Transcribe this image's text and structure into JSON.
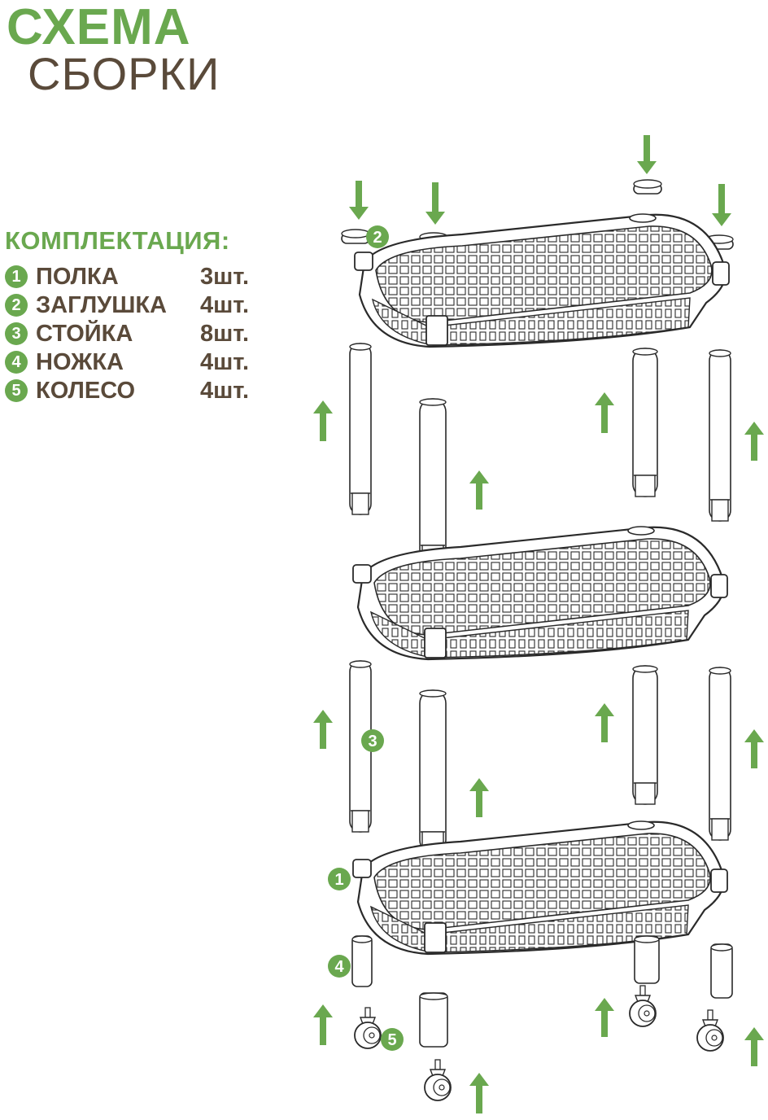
{
  "header": {
    "title_line1": "СХЕМА",
    "title_line2": "СБОРКИ"
  },
  "kit": {
    "title": "КОМПЛЕКТАЦИЯ:",
    "items": [
      {
        "num": "1",
        "name": "ПОЛКА",
        "qty": "3шт."
      },
      {
        "num": "2",
        "name": "ЗАГЛУШКА",
        "qty": "4шт."
      },
      {
        "num": "3",
        "name": "СТОЙКА",
        "qty": "8шт."
      },
      {
        "num": "4",
        "name": "НОЖКА",
        "qty": "4шт."
      },
      {
        "num": "5",
        "name": "КОЛЕСО",
        "qty": "4шт."
      }
    ]
  },
  "callouts": {
    "shelf": "1",
    "cap": "2",
    "post": "3",
    "leg": "4",
    "wheel": "5"
  },
  "colors": {
    "accent": "#6aa84f",
    "text": "#5a4a3a",
    "line": "#2a2a2a"
  }
}
